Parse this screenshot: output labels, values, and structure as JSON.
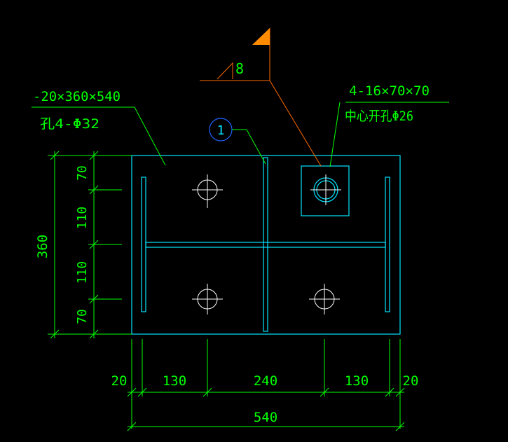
{
  "colors": {
    "background": "#000000",
    "plate": "#00e5ff",
    "dimension": "#00ff00",
    "cut_line": "#ff6a00",
    "flag": "#ff8c00",
    "mark_circle": "#1e64ff",
    "crosshair": "#ffffff"
  },
  "plate_label": {
    "spec": "-20×360×540",
    "holes": "孔4-Φ32"
  },
  "stiffener_label": {
    "spec": "4-16×70×70",
    "holes": "中心开孔Φ26"
  },
  "weld_label": {
    "size": "8"
  },
  "part_mark": {
    "number": "1"
  },
  "vertical_dims": {
    "total": "360",
    "segments": [
      "70",
      "110",
      "110",
      "70"
    ]
  },
  "horizontal_dims": {
    "total": "540",
    "segments": [
      "20",
      "130",
      "240",
      "130",
      "20"
    ]
  }
}
